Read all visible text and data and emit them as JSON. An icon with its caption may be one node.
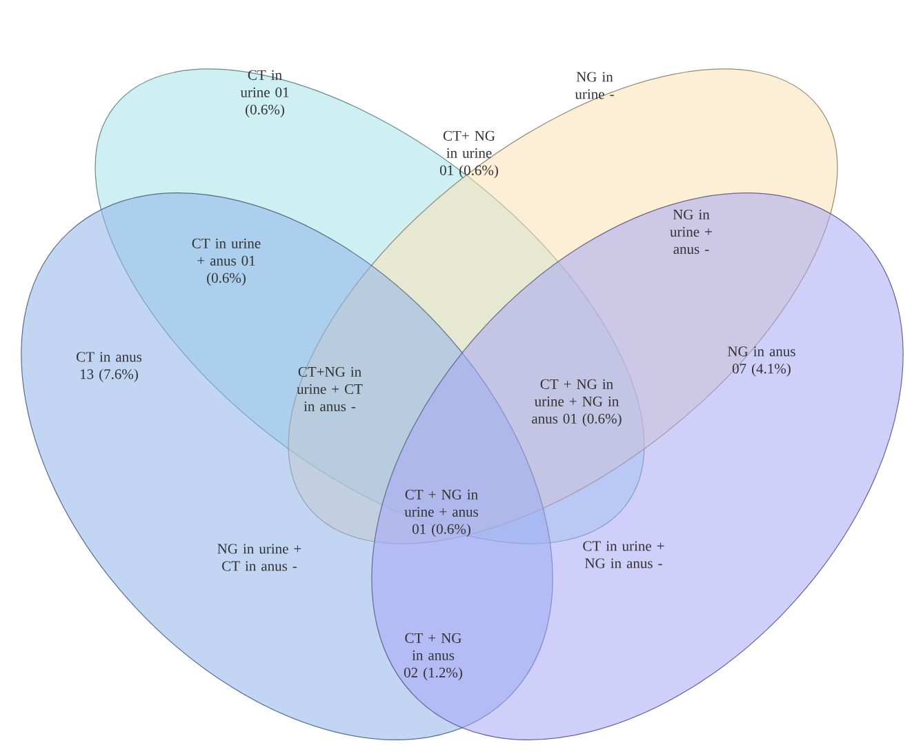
{
  "diagram": {
    "nodes": [
      {
        "text": [],
        "shape": "ellipse"
      },
      {
        "text": [],
        "shape": "ellipse"
      },
      {
        "text": [],
        "shape": "ellipse"
      },
      {
        "text": [],
        "shape": "ellipse"
      }
    ],
    "labels": [
      "NG in urine -",
      "CT in urine 01 (0.6%)",
      "CT+ NG in urine 01 (0.6%)",
      "NG in urine + anus -",
      "CT in urine + anus 01 (0.6%)",
      "NG in anus 07 (4.1%)",
      "CT in anus 13 (7.6%)",
      "CT+NG in urine + CT in anus -",
      "CT + NG in urine + NG in anus 01 (0.6%)",
      "CT + NG in urine + anus 01 (0.6%)",
      "CT in urine + NG in anus -",
      "NG in urine + CT in anus -",
      "CT + NG in anus 02 (1.2%)"
    ]
  }
}
